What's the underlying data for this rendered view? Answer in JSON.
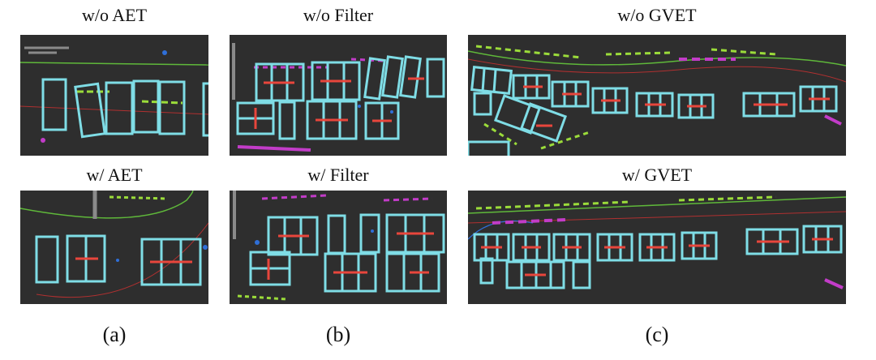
{
  "columns": [
    {
      "label": "(a)",
      "panels": [
        {
          "title": "w/o AET"
        },
        {
          "title": "w/ AET"
        }
      ]
    },
    {
      "label": "(b)",
      "panels": [
        {
          "title": "w/o Filter"
        },
        {
          "title": "w/ Filter"
        }
      ]
    },
    {
      "label": "(c)",
      "panels": [
        {
          "title": "w/o GVET"
        },
        {
          "title": "w/ GVET"
        }
      ]
    }
  ],
  "colors": {
    "background": "#2e2e2e",
    "box": "#7fdde6",
    "heading": "#e8463c",
    "lane_green": "#9bdc3a",
    "points_magenta": "#c23cc8",
    "points_blue": "#2f6fd8",
    "points_gray": "#8a8a8a",
    "boundary_red": "#c83232"
  }
}
